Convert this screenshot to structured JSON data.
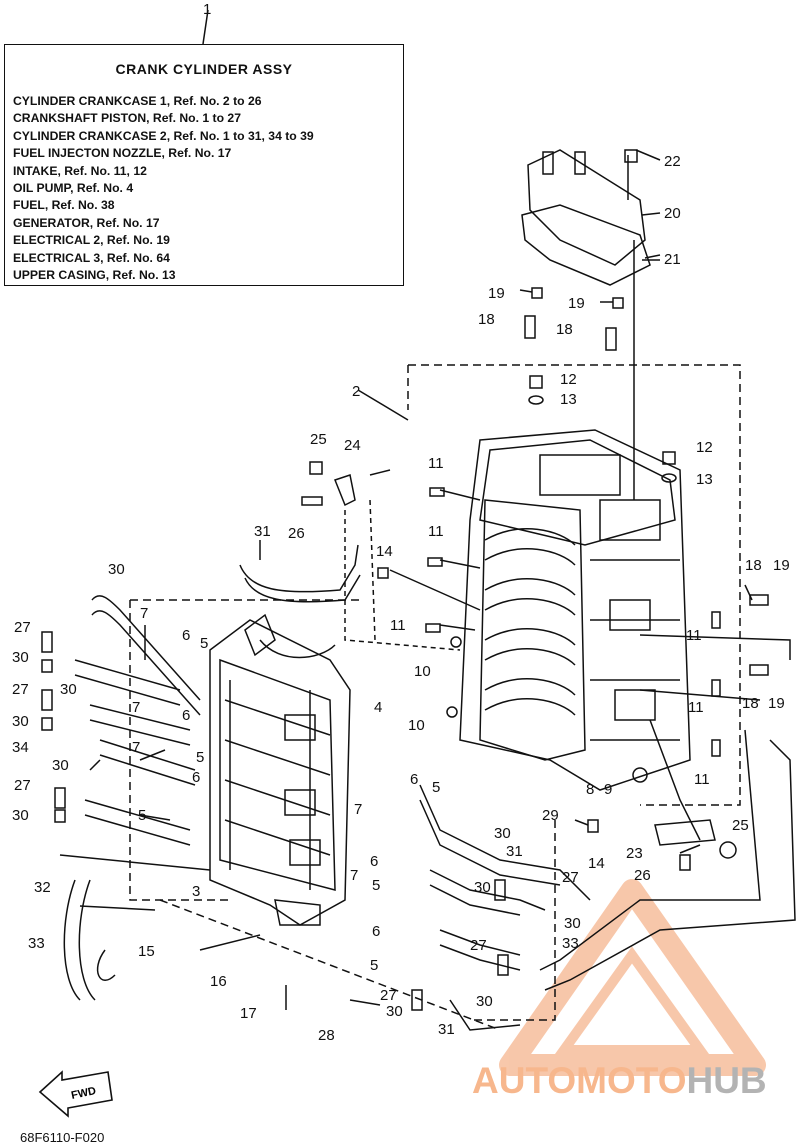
{
  "diagram": {
    "assembly": {
      "ref_number": "1",
      "title": "CRANK CYLINDER ASSY",
      "lines": [
        "CYLINDER CRANKCASE 1, Ref. No. 2 to 26",
        "CRANKSHAFT PISTON,  Ref. No. 1 to 27",
        "CYLINDER CRANKCASE 2, Ref. No. 1 to 31, 34 to 39",
        "FUEL INJECTON NOZZLE,  Ref. No. 17",
        "INTAKE, Ref. No. 11, 12",
        "OIL PUMP, Ref. No. 4",
        "FUEL, Ref. No. 38",
        "GENERATOR,  Ref. No. 17",
        "ELECTRICAL 2, Ref. No. 19",
        "ELECTRICAL 3,  Ref. No. 64",
        "UPPER CASING,  Ref. No. 13"
      ]
    },
    "fwd_label": "FWD",
    "diagram_code": "68F6110-F020",
    "watermark": {
      "part1": "AUTO",
      "part2": "MOTO",
      "part3": "HUB"
    },
    "callouts": [
      {
        "id": "c22",
        "text": "22"
      },
      {
        "id": "c20",
        "text": "20"
      },
      {
        "id": "c21",
        "text": "21"
      },
      {
        "id": "c19a",
        "text": "19"
      },
      {
        "id": "c19b",
        "text": "19"
      },
      {
        "id": "c18a",
        "text": "18"
      },
      {
        "id": "c18b",
        "text": "18"
      },
      {
        "id": "c12a",
        "text": "12"
      },
      {
        "id": "c13a",
        "text": "13"
      },
      {
        "id": "c2",
        "text": "2"
      },
      {
        "id": "c12b",
        "text": "12"
      },
      {
        "id": "c13b",
        "text": "13"
      },
      {
        "id": "c25a",
        "text": "25"
      },
      {
        "id": "c24",
        "text": "24"
      },
      {
        "id": "c26a",
        "text": "26"
      },
      {
        "id": "c11a",
        "text": "11"
      },
      {
        "id": "c11b",
        "text": "11"
      },
      {
        "id": "c31a",
        "text": "31"
      },
      {
        "id": "c14a",
        "text": "14"
      },
      {
        "id": "c30a",
        "text": "30"
      },
      {
        "id": "c18c",
        "text": "18"
      },
      {
        "id": "c19c",
        "text": "19"
      },
      {
        "id": "c27a",
        "text": "27"
      },
      {
        "id": "c7a",
        "text": "7"
      },
      {
        "id": "c6a",
        "text": "6"
      },
      {
        "id": "c5a",
        "text": "5"
      },
      {
        "id": "c11c",
        "text": "11"
      },
      {
        "id": "c11d",
        "text": "11"
      },
      {
        "id": "c30b",
        "text": "30"
      },
      {
        "id": "c10a",
        "text": "10"
      },
      {
        "id": "c27b",
        "text": "27"
      },
      {
        "id": "c30c",
        "text": "30"
      },
      {
        "id": "c6b",
        "text": "6"
      },
      {
        "id": "c18d",
        "text": "18"
      },
      {
        "id": "c19d",
        "text": "19"
      },
      {
        "id": "c7b",
        "text": "7"
      },
      {
        "id": "c4",
        "text": "4"
      },
      {
        "id": "c11e",
        "text": "11"
      },
      {
        "id": "c30d",
        "text": "30"
      },
      {
        "id": "c10b",
        "text": "10"
      },
      {
        "id": "c34",
        "text": "34"
      },
      {
        "id": "c7c",
        "text": "7"
      },
      {
        "id": "c5b",
        "text": "5"
      },
      {
        "id": "c30e",
        "text": "30"
      },
      {
        "id": "c6c",
        "text": "6"
      },
      {
        "id": "c27c",
        "text": "27"
      },
      {
        "id": "c6d",
        "text": "6"
      },
      {
        "id": "c11f",
        "text": "11"
      },
      {
        "id": "c8",
        "text": "8"
      },
      {
        "id": "c9",
        "text": "9"
      },
      {
        "id": "c5c",
        "text": "5"
      },
      {
        "id": "c7d",
        "text": "7"
      },
      {
        "id": "c30f",
        "text": "30"
      },
      {
        "id": "c29",
        "text": "29"
      },
      {
        "id": "c5d",
        "text": "5"
      },
      {
        "id": "c30g",
        "text": "30"
      },
      {
        "id": "c25b",
        "text": "25"
      },
      {
        "id": "c6e",
        "text": "6"
      },
      {
        "id": "c14b",
        "text": "14"
      },
      {
        "id": "c31b",
        "text": "31"
      },
      {
        "id": "c23",
        "text": "23"
      },
      {
        "id": "c7e",
        "text": "7"
      },
      {
        "id": "c26b",
        "text": "26"
      },
      {
        "id": "c32",
        "text": "32"
      },
      {
        "id": "c5e",
        "text": "5"
      },
      {
        "id": "c30h",
        "text": "30"
      },
      {
        "id": "c27d",
        "text": "27"
      },
      {
        "id": "c3",
        "text": "3"
      },
      {
        "id": "c30i",
        "text": "30"
      },
      {
        "id": "c15",
        "text": "15"
      },
      {
        "id": "c33a",
        "text": "33"
      },
      {
        "id": "c6f",
        "text": "6"
      },
      {
        "id": "c33b",
        "text": "33"
      },
      {
        "id": "c27e",
        "text": "27"
      },
      {
        "id": "c16",
        "text": "16"
      },
      {
        "id": "c5f",
        "text": "5"
      },
      {
        "id": "c30j",
        "text": "30"
      },
      {
        "id": "c27f",
        "text": "27"
      },
      {
        "id": "c17",
        "text": "17"
      },
      {
        "id": "c30k",
        "text": "30"
      },
      {
        "id": "c28",
        "text": "28"
      },
      {
        "id": "c31c",
        "text": "31"
      }
    ],
    "colors": {
      "line": "#111111",
      "watermark_orange": "#f4a26f",
      "watermark_gray": "#b3b3b3"
    }
  }
}
